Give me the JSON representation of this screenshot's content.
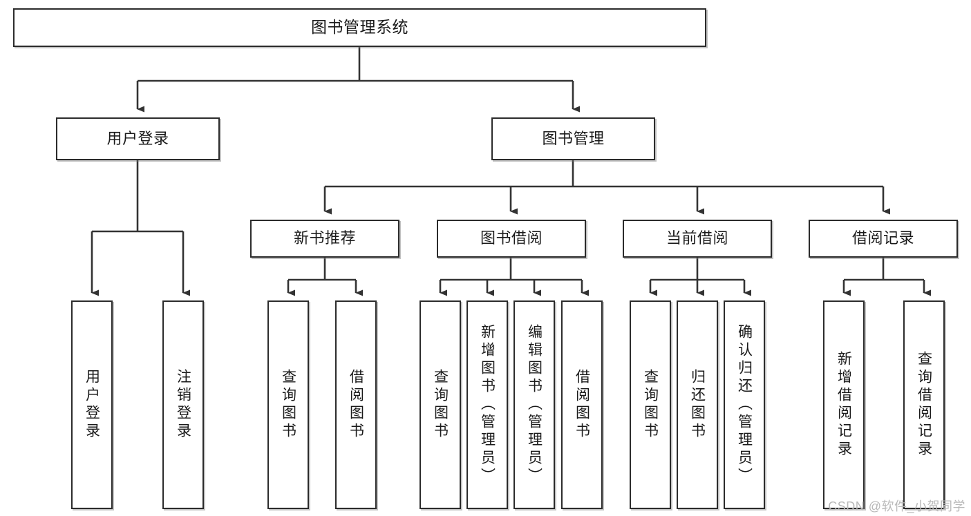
{
  "diagram": {
    "title": "图书管理系统",
    "type": "tree-hierarchy-chart",
    "colors": {
      "box_border": "#2b2b2b",
      "box_fill": "#ffffff",
      "connector": "#333333",
      "text": "#1a1a1a",
      "watermark": "#b9b9b9",
      "background": "#ffffff"
    },
    "root": {
      "label": "图书管理系统"
    },
    "level2": [
      {
        "id": "user-login",
        "label": "用户登录"
      },
      {
        "id": "book-management",
        "label": "图书管理"
      }
    ],
    "level3": [
      {
        "id": "new-book-recommend",
        "label": "新书推荐"
      },
      {
        "id": "book-borrow",
        "label": "图书借阅"
      },
      {
        "id": "current-borrow",
        "label": "当前借阅"
      },
      {
        "id": "borrow-record",
        "label": "借阅记录"
      }
    ],
    "leaves": {
      "user_login": [
        {
          "id": "leaf-user-login",
          "label": "用户登录"
        },
        {
          "id": "leaf-logout-login",
          "label": "注销登录"
        }
      ],
      "new_book_recommend": [
        {
          "id": "leaf-query-book-1",
          "label": "查询图书"
        },
        {
          "id": "leaf-borrow-book-1",
          "label": "借阅图书"
        }
      ],
      "book_borrow": [
        {
          "id": "leaf-query-book-2",
          "label": "查询图书"
        },
        {
          "id": "leaf-add-book",
          "label": "新增图书（管理员）"
        },
        {
          "id": "leaf-edit-book",
          "label": "编辑图书（管理员）"
        },
        {
          "id": "leaf-borrow-book-2",
          "label": "借阅图书"
        }
      ],
      "current_borrow": [
        {
          "id": "leaf-query-book-3",
          "label": "查询图书"
        },
        {
          "id": "leaf-return-book",
          "label": "归还图书"
        },
        {
          "id": "leaf-confirm-return",
          "label": "确认归还（管理员）"
        }
      ],
      "borrow_record": [
        {
          "id": "leaf-add-record",
          "label": "新增借阅记录"
        },
        {
          "id": "leaf-query-record",
          "label": "查询借阅记录"
        }
      ]
    }
  },
  "watermark": {
    "text": "CSDN @软件_小贺同学"
  }
}
